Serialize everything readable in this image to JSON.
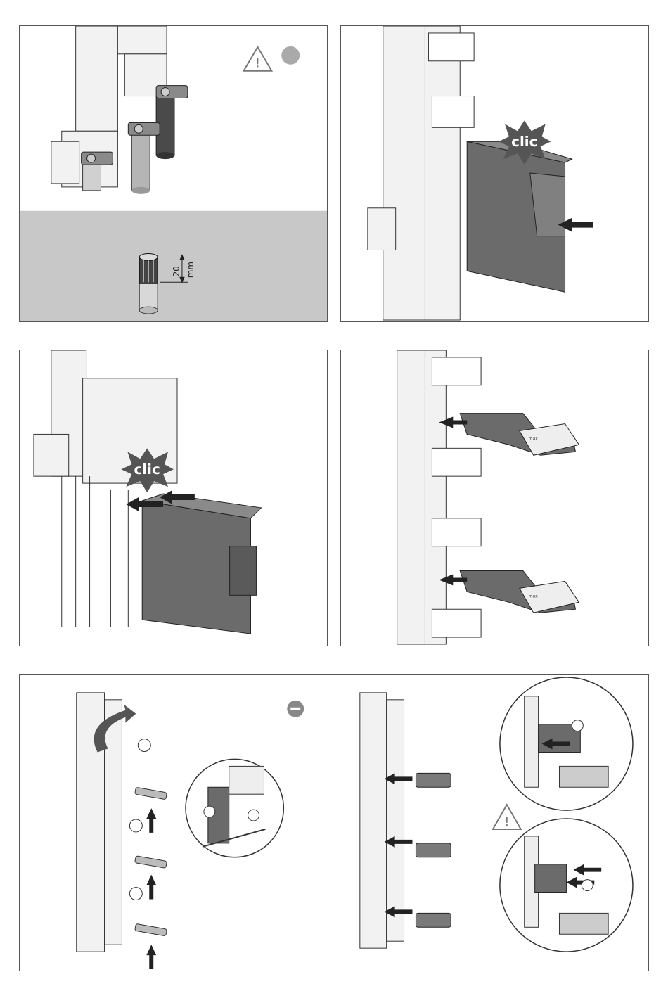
{
  "panels": {
    "p1": {
      "dimension_value": "20",
      "dimension_unit": "mm"
    },
    "p2": {
      "clic_label": "clic"
    },
    "p3": {
      "clic_label": "clic"
    },
    "p4": {
      "tag_label_top": "max",
      "tag_label_bottom": "max"
    }
  },
  "colors": {
    "part_dark": "#6b6b6b",
    "part_mid": "#9a9a9a",
    "part_light": "#d8d8d8",
    "outline": "#333333",
    "gray_band": "#c8c8c8",
    "arrow": "#222222"
  },
  "icons": [
    "warning-triangle-icon",
    "step-circle-icon",
    "minus-circle-icon",
    "click-burst-icon",
    "push-arrow-icon"
  ]
}
